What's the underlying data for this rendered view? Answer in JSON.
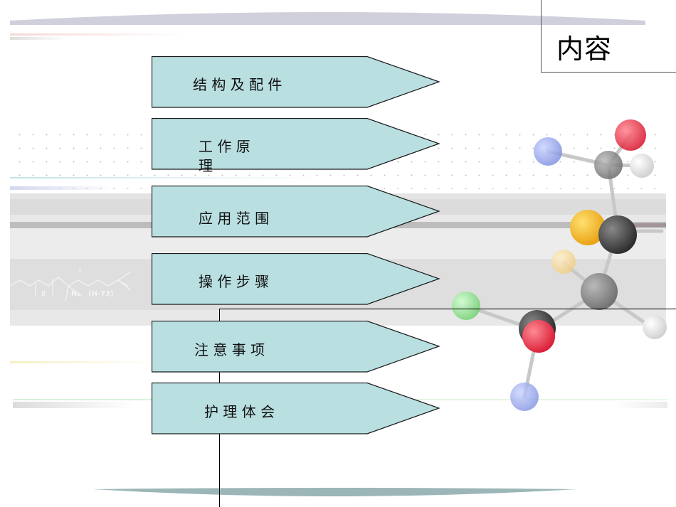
{
  "slide": {
    "title": "内容",
    "colors": {
      "arrow_fill": "#b9dfe1",
      "arrow_stroke": "#1a1a1a",
      "top_arc": "#cfd0dc",
      "bottom_arc": "#9cb6b8"
    },
    "menu_items": [
      {
        "label": "结 构 及 配 件"
      },
      {
        "label": "工 作 原",
        "label_line2": "理"
      },
      {
        "label": "应 用 范 围"
      },
      {
        "label": "操 作 步 骤"
      },
      {
        "label": "注 意 事 项"
      },
      {
        "label": "护 理 体 会"
      }
    ],
    "decoration": {
      "chemical_formula_text": [
        "β",
        "N₂",
        "(H-73)",
        "2"
      ],
      "molecule_atoms": [
        "nitrogen-blue",
        "oxygen-red",
        "carbon-grey",
        "hydrogen-white",
        "sulfur-yellow",
        "carbon-black",
        "sulfur-pale",
        "carbon-grey",
        "chlorine-green",
        "carbon-black",
        "oxygen-red",
        "hydrogen-white",
        "nitrogen-blue"
      ]
    }
  }
}
